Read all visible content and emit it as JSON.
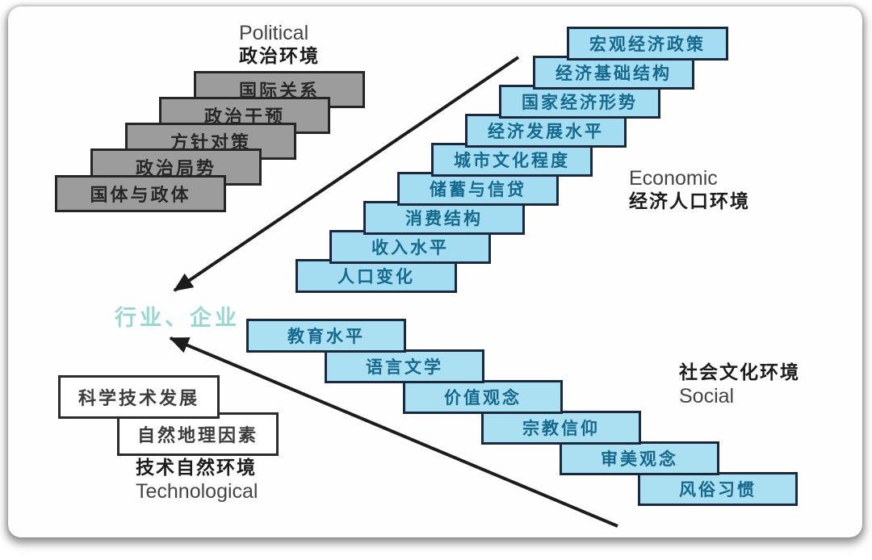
{
  "diagram": {
    "center_label": "行业、企业",
    "political": {
      "label_en": "Political",
      "label_zh": "政治环境",
      "items": [
        "国际关系",
        "政治干预",
        "方针对策",
        "政治局势",
        "国体与政体"
      ]
    },
    "economic": {
      "label_en": "Economic",
      "label_zh": "经济人口环境",
      "items": [
        "宏观经济政策",
        "经济基础结构",
        "国家经济形势",
        "经济发展水平",
        "城市文化程度",
        "储蓄与信贷",
        "消费结构",
        "收入水平",
        "人口变化"
      ]
    },
    "social": {
      "label_zh": "社会文化环境",
      "label_en": "Social",
      "items": [
        "教育水平",
        "语言文学",
        "价值观念",
        "宗教信仰",
        "审美观念",
        "风俗习惯"
      ]
    },
    "technological": {
      "label_zh": "技术自然环境",
      "label_en": "Technological",
      "items": [
        "科学技术发展",
        "自然地理因素"
      ]
    },
    "colors": {
      "political_box": "#9c9c9c",
      "economic_box": "#a4ddf1",
      "social_box": "#abe0f3",
      "technological_box": "#ffffff",
      "box_text_blue": "#15688e",
      "center_label_text": "#98d7d2",
      "arrow": "#1c1c1c"
    }
  }
}
